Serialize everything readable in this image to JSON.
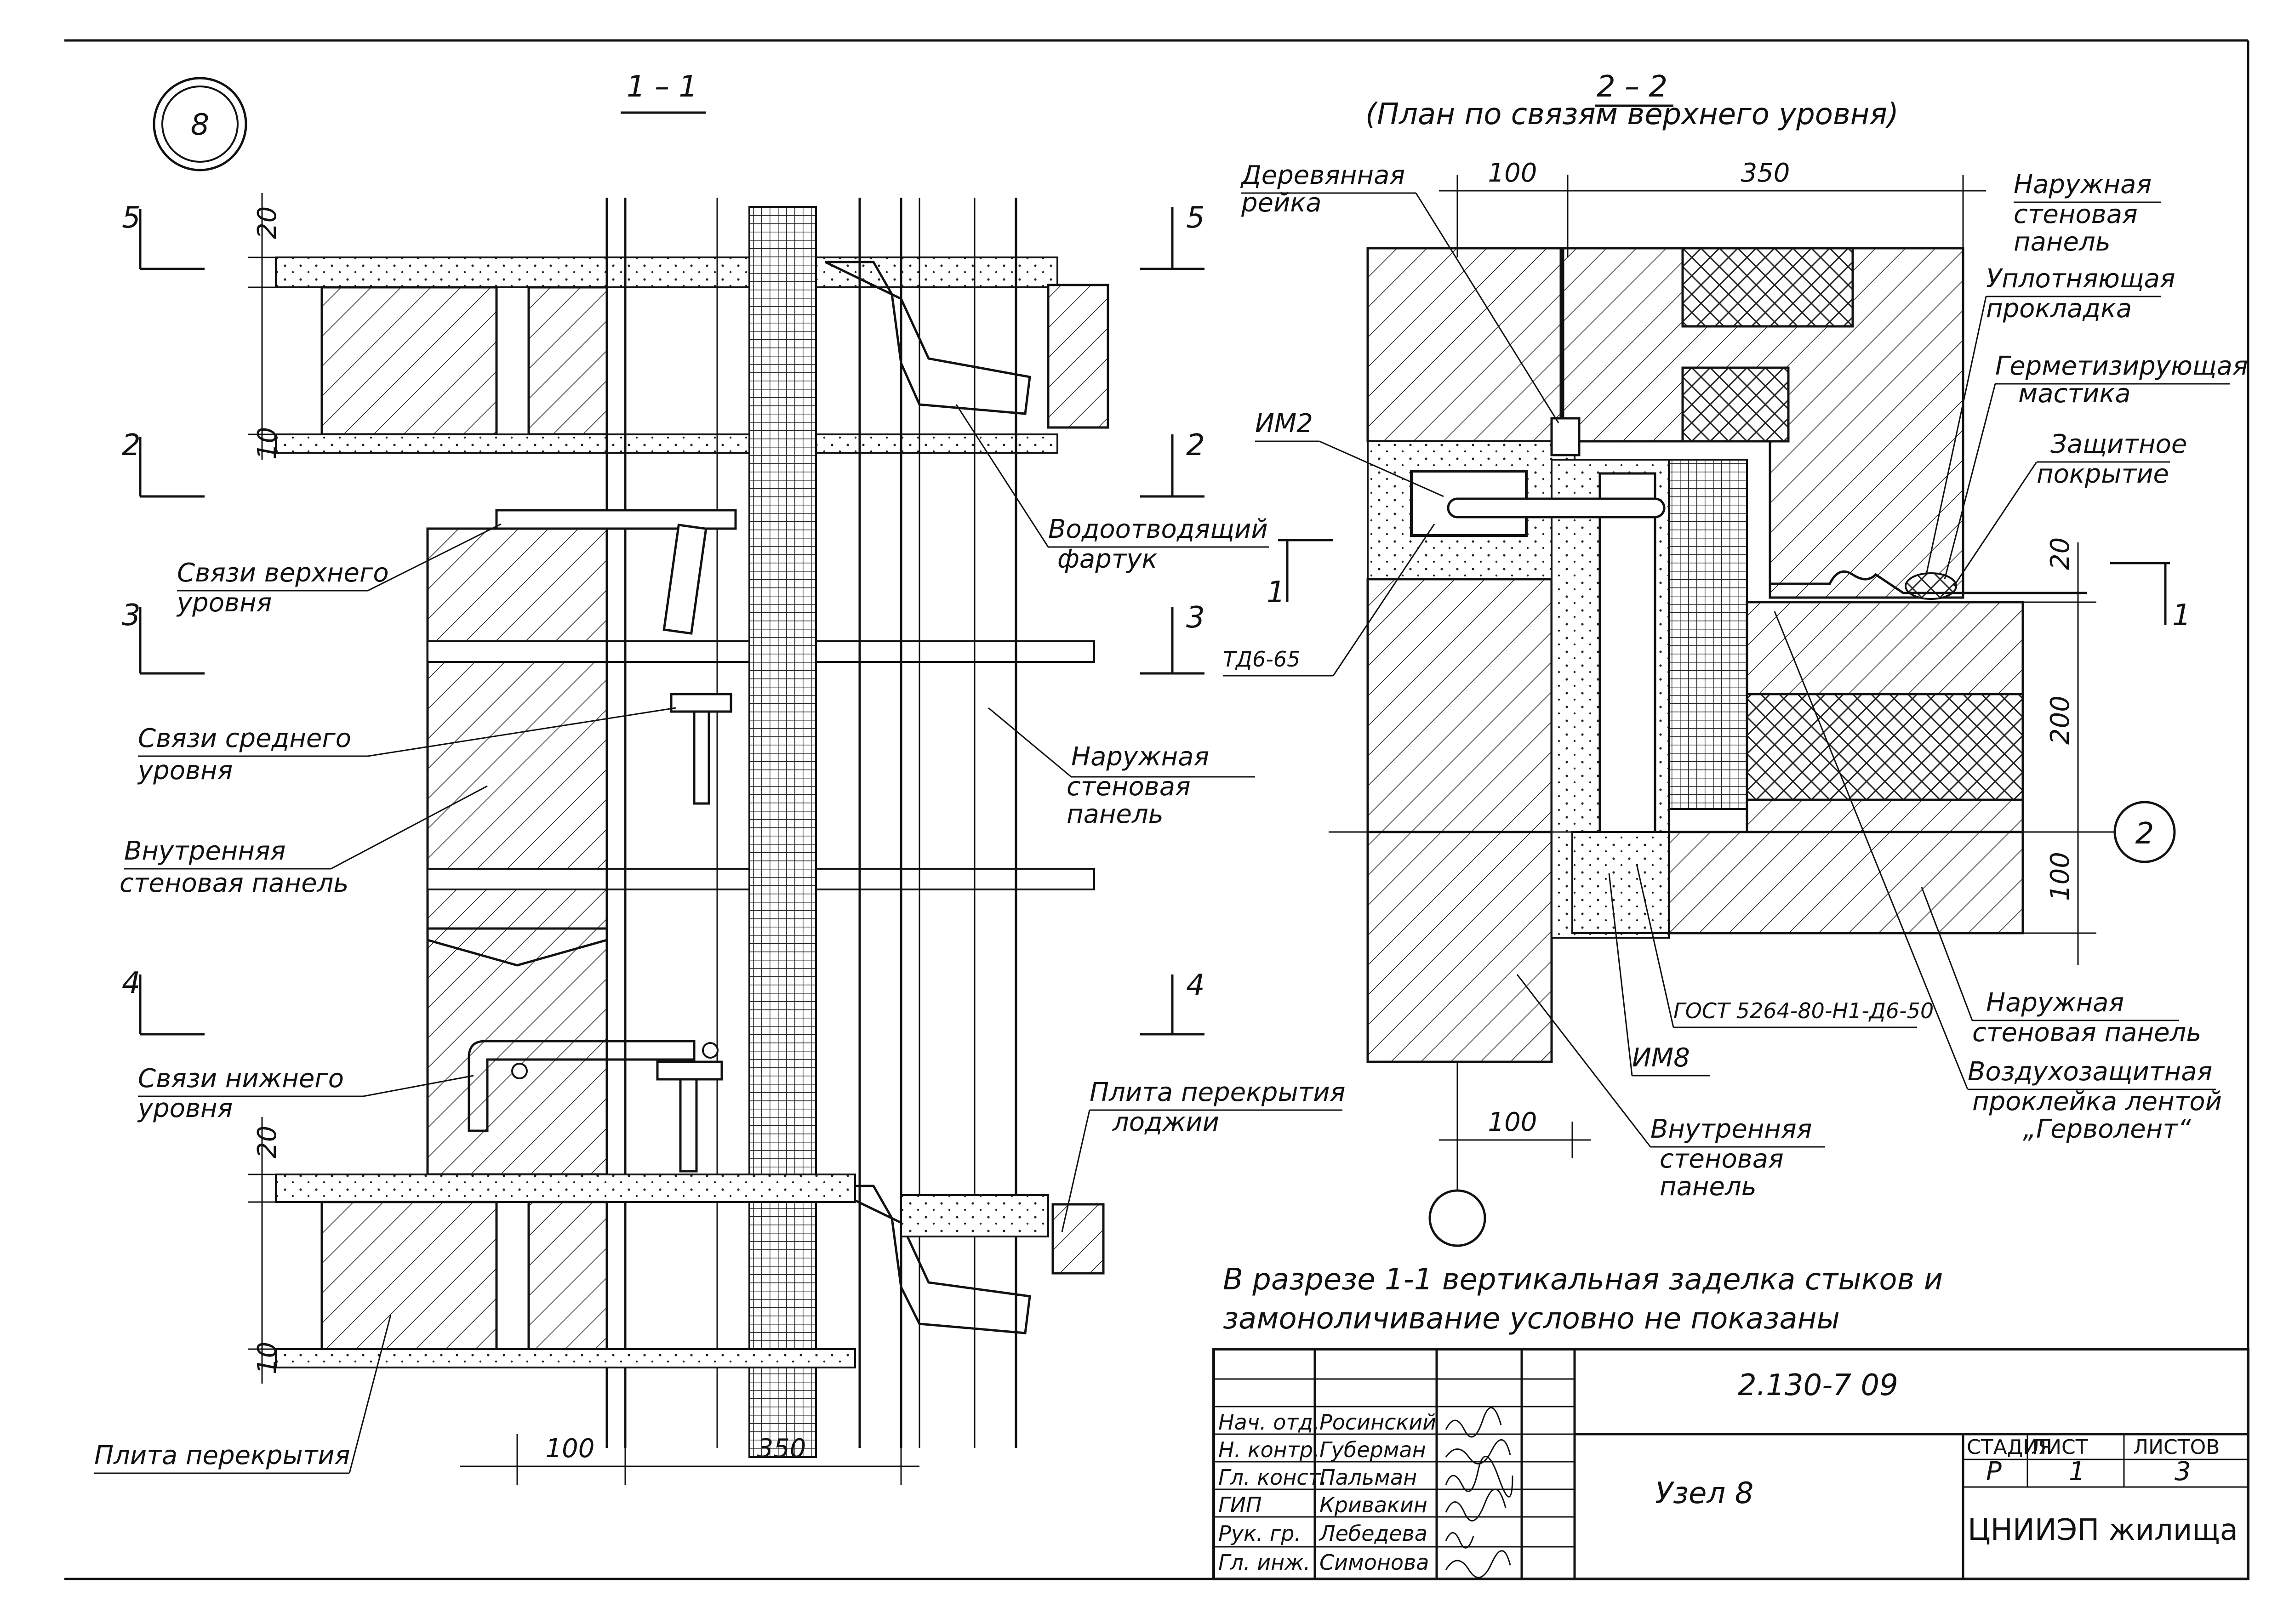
{
  "node_circle": "8",
  "section_11": {
    "title": "1 – 1"
  },
  "section_22": {
    "title": "2 – 2",
    "subtitle": "(План по связям верхнего уровня)"
  },
  "markers_left": [
    "5",
    "2",
    "3",
    "4"
  ],
  "markers_right": [
    "5",
    "2",
    "3",
    "4"
  ],
  "section_cut_mark": "1",
  "labels_left": {
    "ties_upper_1": "Связи верхнего",
    "ties_upper_2": "уровня",
    "ties_mid_1": "Связи среднего",
    "ties_mid_2": "уровня",
    "inner_panel_1": "Внутренняя",
    "inner_panel_2": "стеновая панель",
    "ties_lower_1": "Связи нижнего",
    "ties_lower_2": "уровня",
    "floor_slab": "Плита перекрытия",
    "drain_apron_1": "Водоотводящий",
    "drain_apron_2": "фартук",
    "outer_panel_1": "Наружная",
    "outer_panel_2": "стеновая",
    "outer_panel_3": "панель",
    "loggia_slab_1": "Плита перекрытия",
    "loggia_slab_2": "лоджии"
  },
  "dims_left": {
    "d20_top": "20",
    "d10_top": "10",
    "d20_bot": "20",
    "d10_bot": "10",
    "w100": "100",
    "w350": "350"
  },
  "labels_right": {
    "wood_strip_1": "Деревянная",
    "wood_strip_2": "рейка",
    "outer_panel_top_1": "Наружная",
    "outer_panel_top_2": "стеновая",
    "outer_panel_top_3": "панель",
    "seal_gasket_1": "Уплотняющая",
    "seal_gasket_2": "прокладка",
    "sealant_1": "Герметизирующая",
    "sealant_2": "мастика",
    "protective_1": "Защитное",
    "protective_2": "покрытие",
    "im2": "ИМ2",
    "tdb": "ТД6-65",
    "gost": "ГОСТ 5264-80-Н1-Д6-50",
    "im8": "ИМ8",
    "outer_panel_bot_1": "Наружная",
    "outer_panel_bot_2": "стеновая панель",
    "air_tape_1": "Воздухозащитная",
    "air_tape_2": "проклейка лентой",
    "air_tape_3": "„Герволент“",
    "inner_panel_1": "Внутренняя",
    "inner_panel_2": "стеновая",
    "inner_panel_3": "панель",
    "axis": "2"
  },
  "dims_right": {
    "w100_top": "100",
    "w350_top": "350",
    "h20": "20",
    "h200": "200",
    "h100": "100",
    "w100_bot": "100"
  },
  "note": {
    "line1": "В разрезе 1-1 вертикальная заделка стыков и",
    "line2": "замоноличивание условно  не показаны"
  },
  "title_block": {
    "doc_number": "2.130-7 09",
    "drawing_name": "Узел 8",
    "stage_header": "СТАДИЯ",
    "sheet_header": "ЛИСТ",
    "sheets_header": "ЛИСТОВ",
    "stage": "Р",
    "sheet": "1",
    "sheets": "3",
    "organization": "ЦНИИЭП жилища",
    "signatures": [
      {
        "role": "Нач. отд.",
        "name": "Росинский"
      },
      {
        "role": "Н. контр.",
        "name": "Губерман"
      },
      {
        "role": "Гл. конст.",
        "name": "Пальман"
      },
      {
        "role": "ГИП",
        "name": "Кривакин"
      },
      {
        "role": "Рук. гр.",
        "name": "Лебедева"
      },
      {
        "role": "Гл. инж.",
        "name": "Симонова"
      }
    ]
  }
}
